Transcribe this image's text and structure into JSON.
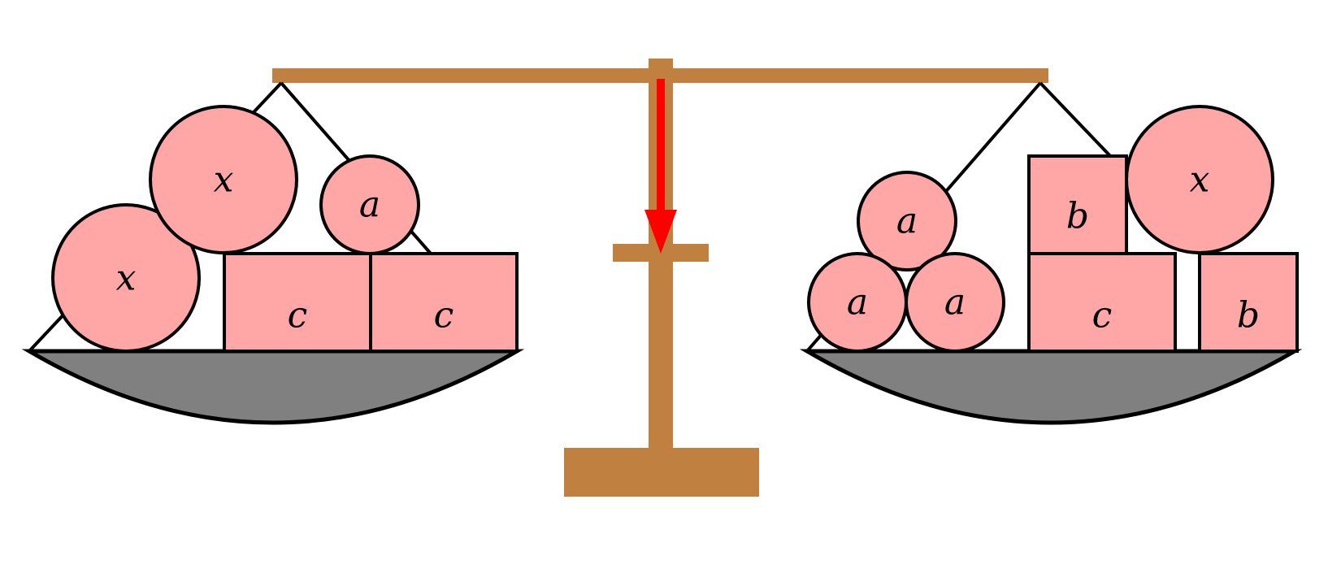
{
  "colors": {
    "wood": "#BF8040",
    "weight_fill": "#FFA6A6",
    "pan_fill": "#808080",
    "outline": "#000000",
    "indicator": "#FF0000"
  },
  "pointer": {
    "direction": "down"
  },
  "left_pan": {
    "weights": [
      {
        "shape": "circle",
        "label": "x"
      },
      {
        "shape": "circle",
        "label": "x"
      },
      {
        "shape": "circle",
        "label": "a"
      },
      {
        "shape": "square",
        "label": "c"
      },
      {
        "shape": "square",
        "label": "c"
      }
    ]
  },
  "right_pan": {
    "weights": [
      {
        "shape": "circle",
        "label": "a"
      },
      {
        "shape": "circle",
        "label": "a"
      },
      {
        "shape": "circle",
        "label": "a"
      },
      {
        "shape": "square",
        "label": "b"
      },
      {
        "shape": "circle",
        "label": "x"
      },
      {
        "shape": "square",
        "label": "c"
      },
      {
        "shape": "square",
        "label": "b"
      }
    ]
  }
}
